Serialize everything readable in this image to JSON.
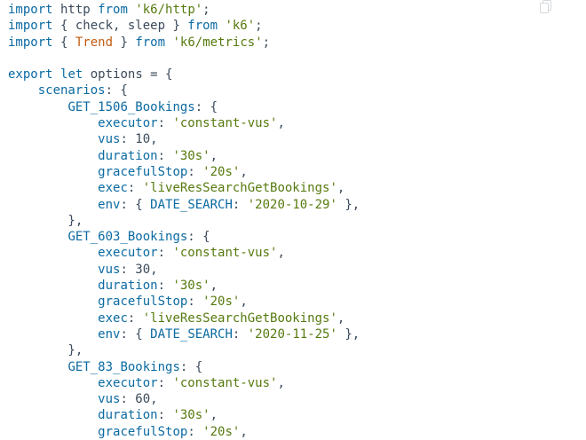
{
  "code": {
    "lines": [
      [
        [
          "kw",
          "import"
        ],
        [
          "plain",
          " http "
        ],
        [
          "kw",
          "from"
        ],
        [
          "plain",
          " "
        ],
        [
          "str",
          "'k6/http'"
        ],
        [
          "plain",
          ";"
        ]
      ],
      [
        [
          "kw",
          "import"
        ],
        [
          "plain",
          " { check, sleep } "
        ],
        [
          "kw",
          "from"
        ],
        [
          "plain",
          " "
        ],
        [
          "str",
          "'k6'"
        ],
        [
          "plain",
          ";"
        ]
      ],
      [
        [
          "kw",
          "import"
        ],
        [
          "plain",
          " { "
        ],
        [
          "cls",
          "Trend"
        ],
        [
          "plain",
          " } "
        ],
        [
          "kw",
          "from"
        ],
        [
          "plain",
          " "
        ],
        [
          "str",
          "'k6/metrics'"
        ],
        [
          "plain",
          ";"
        ]
      ],
      [
        [
          "plain",
          ""
        ]
      ],
      [
        [
          "kw",
          "export"
        ],
        [
          "plain",
          " "
        ],
        [
          "kw",
          "let"
        ],
        [
          "plain",
          " options = {"
        ]
      ],
      [
        [
          "plain",
          "    "
        ],
        [
          "kw",
          "scenarios"
        ],
        [
          "plain",
          ": {"
        ]
      ],
      [
        [
          "plain",
          "        "
        ],
        [
          "kw",
          "GET_1506_Bookings"
        ],
        [
          "plain",
          ": {"
        ]
      ],
      [
        [
          "plain",
          "            "
        ],
        [
          "kw",
          "executor"
        ],
        [
          "plain",
          ": "
        ],
        [
          "str",
          "'constant-vus'"
        ],
        [
          "plain",
          ","
        ]
      ],
      [
        [
          "plain",
          "            "
        ],
        [
          "kw",
          "vus"
        ],
        [
          "plain",
          ": 10,"
        ]
      ],
      [
        [
          "plain",
          "            "
        ],
        [
          "kw",
          "duration"
        ],
        [
          "plain",
          ": "
        ],
        [
          "str",
          "'30s'"
        ],
        [
          "plain",
          ","
        ]
      ],
      [
        [
          "plain",
          "            "
        ],
        [
          "kw",
          "gracefulStop"
        ],
        [
          "plain",
          ": "
        ],
        [
          "str",
          "'20s'"
        ],
        [
          "plain",
          ","
        ]
      ],
      [
        [
          "plain",
          "            "
        ],
        [
          "kw",
          "exec"
        ],
        [
          "plain",
          ": "
        ],
        [
          "str",
          "'liveResSearchGetBookings'"
        ],
        [
          "plain",
          ","
        ]
      ],
      [
        [
          "plain",
          "            "
        ],
        [
          "kw",
          "env"
        ],
        [
          "plain",
          ": { "
        ],
        [
          "kw",
          "DATE_SEARCH"
        ],
        [
          "plain",
          ": "
        ],
        [
          "str",
          "'2020-10-29'"
        ],
        [
          "plain",
          " },"
        ]
      ],
      [
        [
          "plain",
          "        },"
        ]
      ],
      [
        [
          "plain",
          "        "
        ],
        [
          "kw",
          "GET_603_Bookings"
        ],
        [
          "plain",
          ": {"
        ]
      ],
      [
        [
          "plain",
          "            "
        ],
        [
          "kw",
          "executor"
        ],
        [
          "plain",
          ": "
        ],
        [
          "str",
          "'constant-vus'"
        ],
        [
          "plain",
          ","
        ]
      ],
      [
        [
          "plain",
          "            "
        ],
        [
          "kw",
          "vus"
        ],
        [
          "plain",
          ": 30,"
        ]
      ],
      [
        [
          "plain",
          "            "
        ],
        [
          "kw",
          "duration"
        ],
        [
          "plain",
          ": "
        ],
        [
          "str",
          "'30s'"
        ],
        [
          "plain",
          ","
        ]
      ],
      [
        [
          "plain",
          "            "
        ],
        [
          "kw",
          "gracefulStop"
        ],
        [
          "plain",
          ": "
        ],
        [
          "str",
          "'20s'"
        ],
        [
          "plain",
          ","
        ]
      ],
      [
        [
          "plain",
          "            "
        ],
        [
          "kw",
          "exec"
        ],
        [
          "plain",
          ": "
        ],
        [
          "str",
          "'liveResSearchGetBookings'"
        ],
        [
          "plain",
          ","
        ]
      ],
      [
        [
          "plain",
          "            "
        ],
        [
          "kw",
          "env"
        ],
        [
          "plain",
          ": { "
        ],
        [
          "kw",
          "DATE_SEARCH"
        ],
        [
          "plain",
          ": "
        ],
        [
          "str",
          "'2020-11-25'"
        ],
        [
          "plain",
          " },"
        ]
      ],
      [
        [
          "plain",
          "        },"
        ]
      ],
      [
        [
          "plain",
          "        "
        ],
        [
          "kw",
          "GET_83_Bookings"
        ],
        [
          "plain",
          ": {"
        ]
      ],
      [
        [
          "plain",
          "            "
        ],
        [
          "kw",
          "executor"
        ],
        [
          "plain",
          ": "
        ],
        [
          "str",
          "'constant-vus'"
        ],
        [
          "plain",
          ","
        ]
      ],
      [
        [
          "plain",
          "            "
        ],
        [
          "kw",
          "vus"
        ],
        [
          "plain",
          ": 60,"
        ]
      ],
      [
        [
          "plain",
          "            "
        ],
        [
          "kw",
          "duration"
        ],
        [
          "plain",
          ": "
        ],
        [
          "str",
          "'30s'"
        ],
        [
          "plain",
          ","
        ]
      ],
      [
        [
          "plain",
          "            "
        ],
        [
          "kw",
          "gracefulStop"
        ],
        [
          "plain",
          ": "
        ],
        [
          "str",
          "'20s'"
        ],
        [
          "plain",
          ","
        ]
      ]
    ]
  },
  "copy_button": {
    "icon": "copy-icon",
    "color": "#d4d8dc"
  },
  "colors": {
    "keyword": "#0b6aa2",
    "string": "#567a0e",
    "class": "#c25b12",
    "plain": "#3b4a5a"
  }
}
